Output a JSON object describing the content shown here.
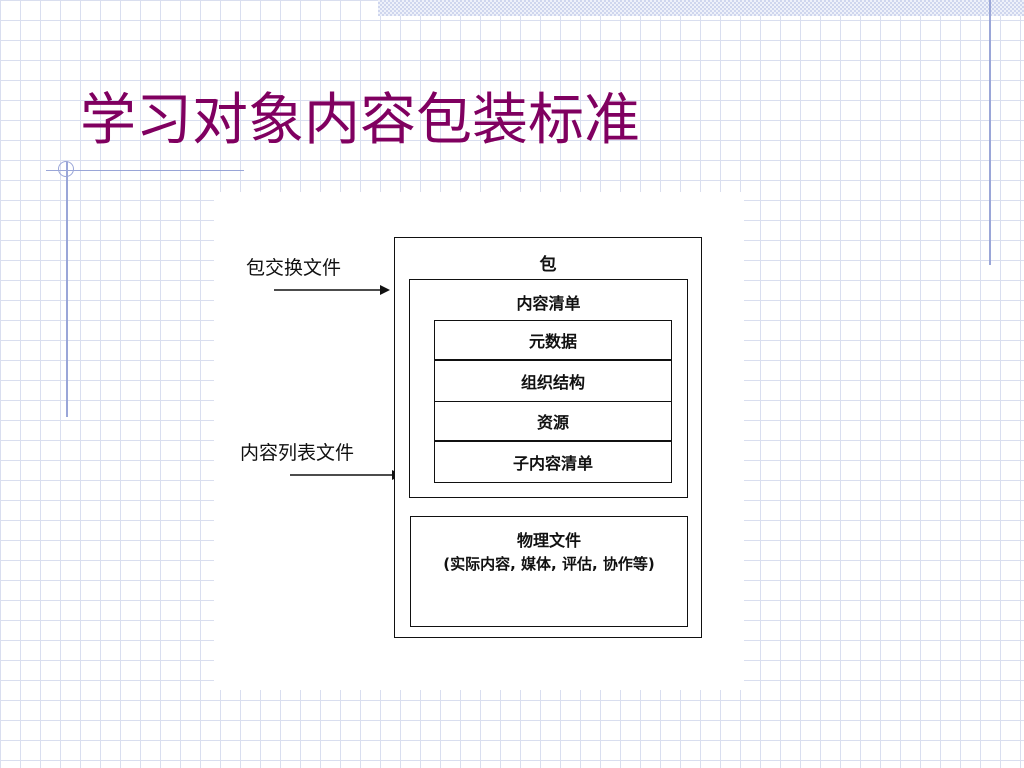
{
  "slide": {
    "title": "学习对象内容包装标准"
  },
  "diagram": {
    "inputs": {
      "package_interchange_file": "包交换文件",
      "content_list_file": "内容列表文件"
    },
    "package": {
      "label": "包",
      "manifest": {
        "label": "内容清单",
        "items": [
          "元数据",
          "组织结构",
          "资源",
          "子内容清单"
        ]
      },
      "physical_files": {
        "label": "物理文件",
        "detail": "(实际内容, 媒体, 评估, 协作等)"
      }
    }
  }
}
